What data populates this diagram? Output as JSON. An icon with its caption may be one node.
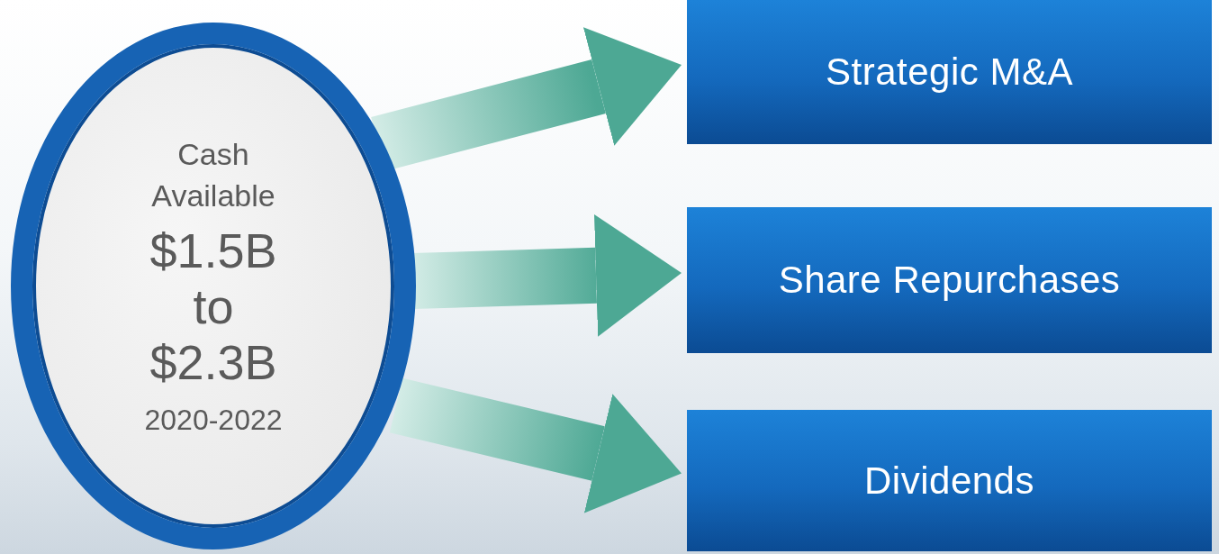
{
  "diagram": {
    "nodes": [
      {
        "text": [
          "Cash Available",
          "$1.5B to $2.3B",
          "2020-2022"
        ]
      },
      {
        "text": [
          "Strategic M&A"
        ]
      },
      {
        "text": [
          "Share Repurchases"
        ]
      },
      {
        "text": [
          "Dividends"
        ]
      }
    ],
    "edges": [
      {
        "from": 0,
        "to": 1,
        "arrow": "to"
      },
      {
        "from": 0,
        "to": 2,
        "arrow": "to"
      },
      {
        "from": 0,
        "to": 3,
        "arrow": "to"
      }
    ]
  }
}
